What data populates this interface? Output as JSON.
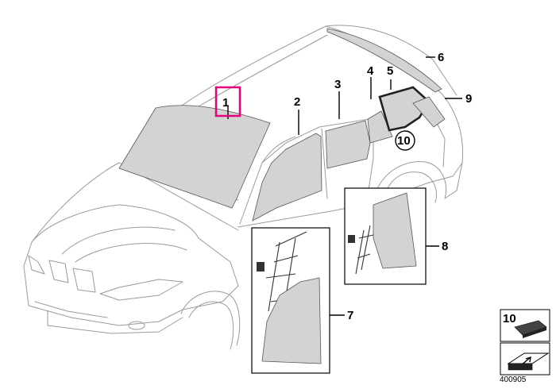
{
  "callouts": {
    "c1": "1",
    "c2": "2",
    "c3": "3",
    "c4": "4",
    "c5": "5",
    "c6": "6",
    "c7": "7",
    "c8": "8",
    "c9": "9",
    "c10": "10"
  },
  "legend": {
    "item_number": "10"
  },
  "diagram_code": "400905",
  "colors": {
    "highlight": "#e6007e",
    "glass": "#d3d3d3",
    "outline": "#9a9a9a"
  }
}
